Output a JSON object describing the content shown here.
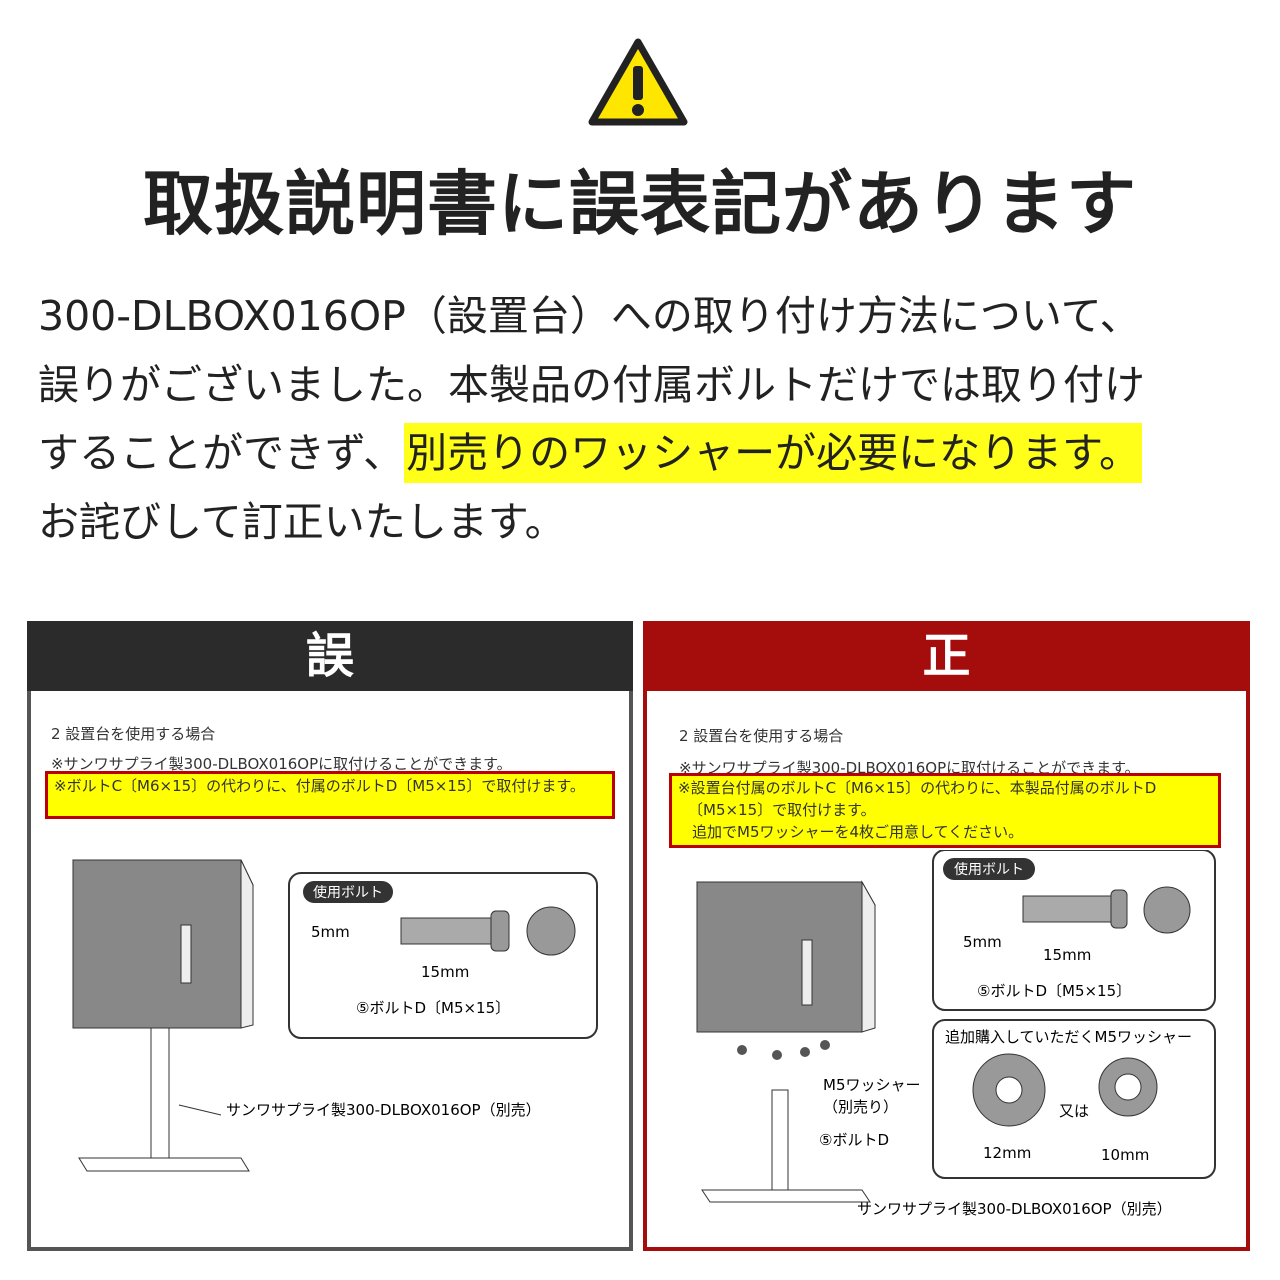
{
  "title": "取扱説明書に誤表記があります",
  "message": {
    "line1": "300-DLBOX016OP（設置台）への取り付け方法について、",
    "line2": "誤りがございました。本製品の付属ボルトだけでは取り付け",
    "line3_plain": "することができず、",
    "line3_highlight": "別売りのワッシャーが必要になります。",
    "line4": "お詫びして訂正いたします。"
  },
  "colors": {
    "highlight": "#ffff1a",
    "wrong_header": "#2b2b2b",
    "correct_header": "#a50c0c"
  },
  "wrong": {
    "label": "誤",
    "section": "2 設置台を使用する場合",
    "note": "※サンワサプライ製300-DLBOX016OPに取付けることができます。",
    "boxed_note": "※ボルトC〔M6×15〕の代わりに、付属のボルトD〔M5×15〕で取付けます。",
    "bolt_title": "使用ボルト",
    "bolt_dia": "5mm",
    "bolt_len": "15mm",
    "bolt_name": "⑤ボルトD〔M5×15〕",
    "stand_label": "サンワサプライ製300-DLBOX016OP（別売）"
  },
  "correct": {
    "label": "正",
    "section": "2 設置台を使用する場合",
    "note": "※サンワサプライ製300-DLBOX016OPに取付けることができます。",
    "boxed_line1": "※設置台付属のボルトC〔M6×15〕の代わりに、本製品付属のボルトD",
    "boxed_line2": "〔M5×15〕で取付けます。",
    "boxed_line3": "追加でM5ワッシャーを4枚ご用意してください。",
    "bolt_title": "使用ボルト",
    "bolt_dia": "5mm",
    "bolt_len": "15mm",
    "bolt_name": "⑤ボルトD〔M5×15〕",
    "washer_title": "追加購入していただくM5ワッシャー",
    "washer_a": "12mm",
    "washer_or": "又は",
    "washer_b": "10mm",
    "washer_label": "M5ワッシャー",
    "washer_label2": "（別売り）",
    "bolt_label": "⑤ボルトD",
    "stand_label": "サンワサプライ製300-DLBOX016OP（別売）"
  }
}
